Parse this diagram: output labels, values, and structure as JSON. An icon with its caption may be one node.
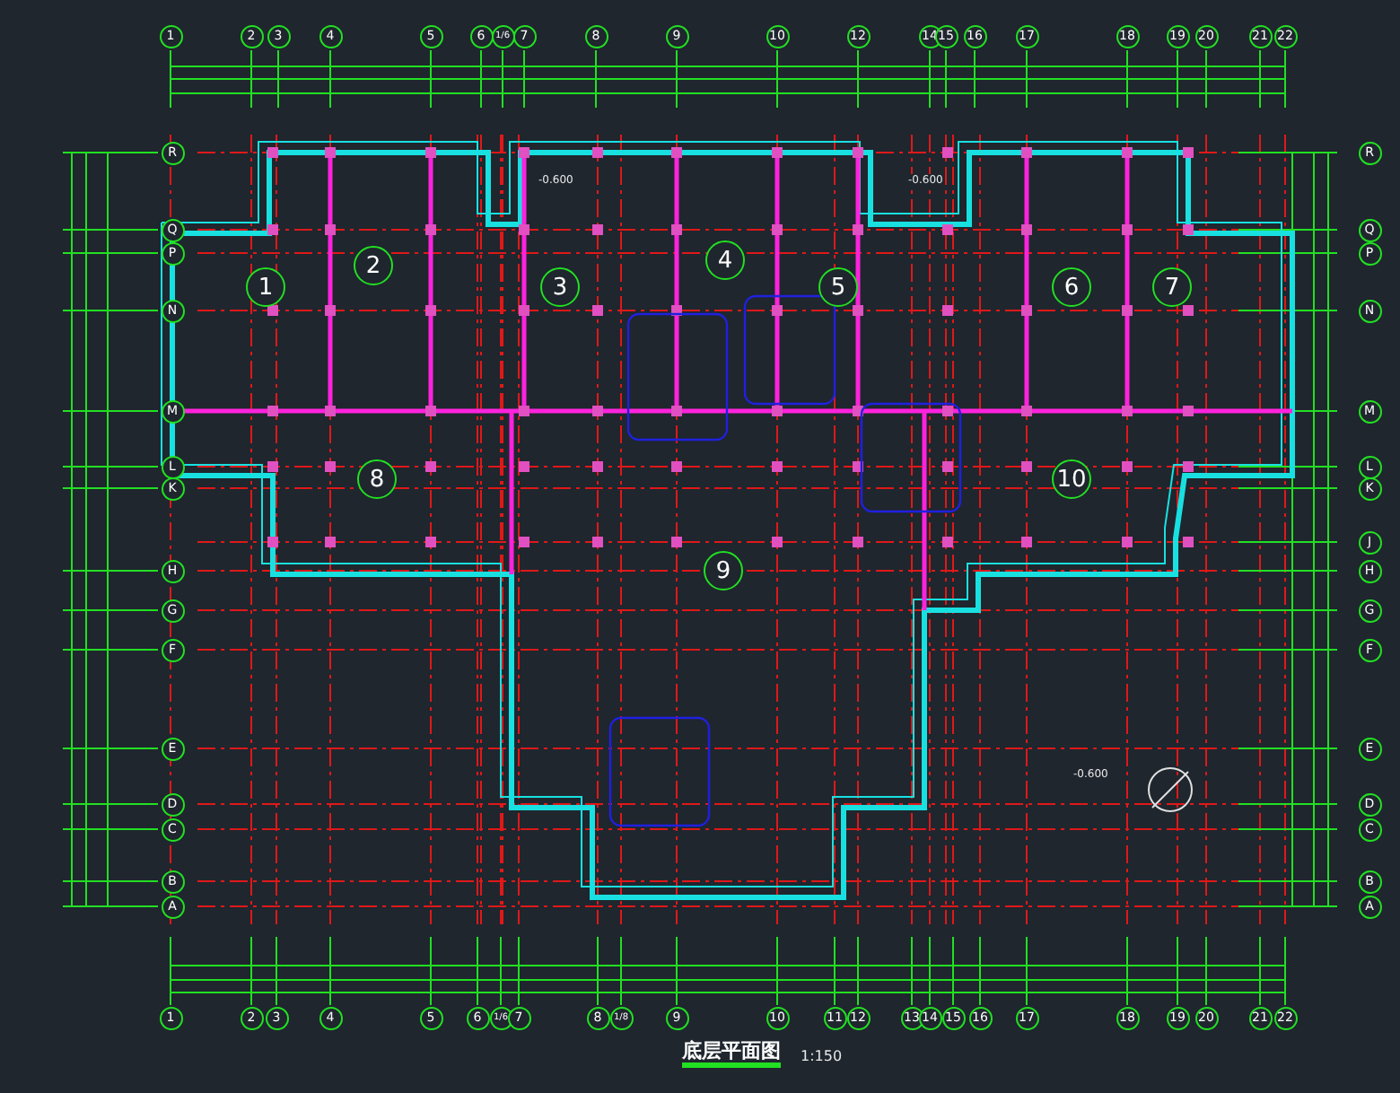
{
  "diagram": {
    "title": "底层平面图",
    "nodes": [
      {
        "text": [
          "1"
        ]
      },
      {
        "text": [
          "2"
        ]
      },
      {
        "text": [
          "3"
        ]
      },
      {
        "text": [
          "4"
        ]
      },
      {
        "text": [
          "5"
        ]
      },
      {
        "text": [
          "6"
        ]
      },
      {
        "text": [
          "1/6"
        ]
      },
      {
        "text": [
          "7"
        ]
      },
      {
        "text": [
          "8"
        ]
      },
      {
        "text": [
          "9"
        ]
      },
      {
        "text": [
          "10"
        ]
      },
      {
        "text": [
          "12"
        ]
      },
      {
        "text": [
          "14"
        ]
      },
      {
        "text": [
          "15"
        ]
      },
      {
        "text": [
          "16"
        ]
      },
      {
        "text": [
          "17"
        ]
      },
      {
        "text": [
          "18"
        ]
      },
      {
        "text": [
          "19"
        ]
      },
      {
        "text": [
          "20"
        ]
      },
      {
        "text": [
          "21"
        ]
      },
      {
        "text": [
          "22"
        ]
      },
      {
        "text": [
          "R"
        ]
      },
      {
        "text": [
          "Q"
        ]
      },
      {
        "text": [
          "P"
        ]
      },
      {
        "text": [
          "N"
        ]
      },
      {
        "text": [
          "M"
        ]
      },
      {
        "text": [
          "L"
        ]
      },
      {
        "text": [
          "K"
        ]
      },
      {
        "text": [
          "H"
        ]
      },
      {
        "text": [
          "G"
        ]
      },
      {
        "text": [
          "F"
        ]
      },
      {
        "text": [
          "E"
        ]
      },
      {
        "text": [
          "D"
        ]
      },
      {
        "text": [
          "C"
        ]
      },
      {
        "text": [
          "B"
        ]
      },
      {
        "text": [
          "A"
        ]
      },
      {
        "text": [
          "R"
        ]
      },
      {
        "text": [
          "Q"
        ]
      },
      {
        "text": [
          "P"
        ]
      },
      {
        "text": [
          "N"
        ]
      },
      {
        "text": [
          "M"
        ]
      },
      {
        "text": [
          "L"
        ]
      },
      {
        "text": [
          "K"
        ]
      },
      {
        "text": [
          "J"
        ]
      },
      {
        "text": [
          "H"
        ]
      },
      {
        "text": [
          "G"
        ]
      },
      {
        "text": [
          "F"
        ]
      },
      {
        "text": [
          "E"
        ]
      },
      {
        "text": [
          "D"
        ]
      },
      {
        "text": [
          "C"
        ]
      },
      {
        "text": [
          "B"
        ]
      },
      {
        "text": [
          "A"
        ]
      },
      {
        "text": [
          "1"
        ]
      },
      {
        "text": [
          "2"
        ]
      },
      {
        "text": [
          "3"
        ]
      },
      {
        "text": [
          "4"
        ]
      },
      {
        "text": [
          "5"
        ]
      },
      {
        "text": [
          "6"
        ]
      },
      {
        "text": [
          "7"
        ]
      },
      {
        "text": [
          "8"
        ]
      },
      {
        "text": [
          "9"
        ]
      },
      {
        "text": [
          "10"
        ]
      },
      {
        "text": [
          "1"
        ]
      },
      {
        "text": [
          "2"
        ]
      },
      {
        "text": [
          "3"
        ]
      },
      {
        "text": [
          "4"
        ]
      },
      {
        "text": [
          "5"
        ]
      },
      {
        "text": [
          "6"
        ]
      },
      {
        "text": [
          "1/6"
        ]
      },
      {
        "text": [
          "7"
        ]
      },
      {
        "text": [
          "8"
        ]
      },
      {
        "text": [
          "1/8"
        ]
      },
      {
        "text": [
          "9"
        ]
      },
      {
        "text": [
          "10"
        ]
      },
      {
        "text": [
          "11"
        ]
      },
      {
        "text": [
          "12"
        ]
      },
      {
        "text": [
          "13"
        ]
      },
      {
        "text": [
          "14"
        ]
      },
      {
        "text": [
          "15"
        ]
      },
      {
        "text": [
          "16"
        ]
      },
      {
        "text": [
          "17"
        ]
      },
      {
        "text": [
          "18"
        ]
      },
      {
        "text": [
          "19"
        ]
      },
      {
        "text": [
          "20"
        ]
      },
      {
        "text": [
          "21"
        ]
      },
      {
        "text": [
          "22"
        ]
      }
    ],
    "labels": [
      "-0.600",
      "-0.600",
      "-0.600",
      "1:150"
    ]
  }
}
